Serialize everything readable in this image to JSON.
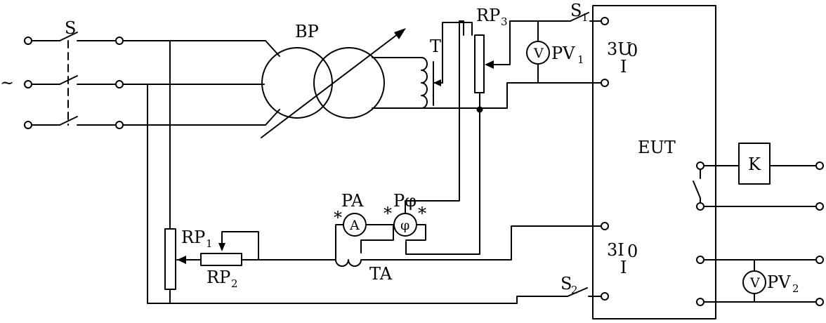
{
  "labels": {
    "switch_s": "S",
    "ac_symbol": "~",
    "regulator": "BP",
    "transformer": "T",
    "rp3_main": "RP",
    "rp3_sub": "3",
    "s1_main": "S",
    "s1_sub": "1",
    "pv1_main": "PV",
    "pv1_sub": "1",
    "u0_pre": "3U",
    "u0_sub": "0",
    "i_upper": "I",
    "eut": "EUT",
    "relay_k": "K",
    "pa": "PA",
    "pphi": "Pφ",
    "star": "*",
    "meter_v": "V",
    "meter_a": "A",
    "meter_phi": "φ",
    "rp1_main": "RP",
    "rp1_sub": "1",
    "rp2_main": "RP",
    "rp2_sub": "2",
    "ta": "TA",
    "i0_pre": "3I",
    "i0_sub": "0",
    "i_lower": "I",
    "s2_main": "S",
    "s2_sub": "2",
    "pv2_main": "PV",
    "pv2_sub": "2"
  }
}
